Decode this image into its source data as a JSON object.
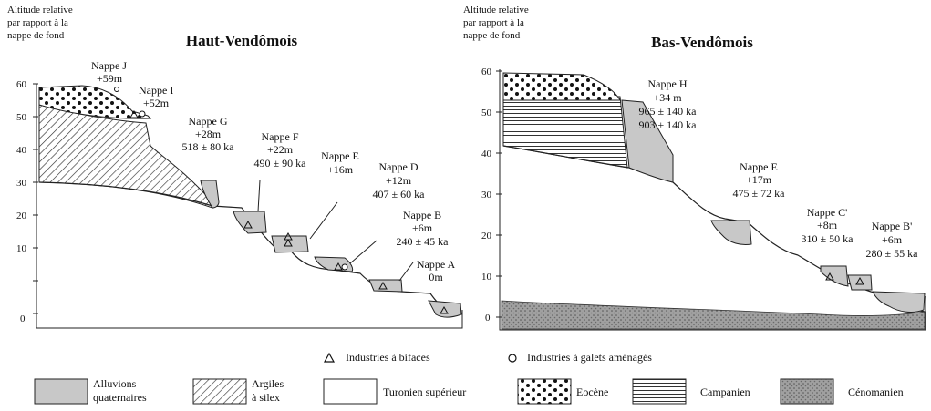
{
  "diagram": {
    "y_label_lines": [
      "Altitude relative",
      "par rapport à la",
      "nappe de fond"
    ],
    "panels": [
      {
        "title": "Haut-Vendômois",
        "y_ticks": [
          "60",
          "50",
          "40",
          "30",
          "20",
          "10",
          "0"
        ],
        "terraces": [
          {
            "name": "Nappe J",
            "lines": [
              "+59m"
            ]
          },
          {
            "name": "Nappe I",
            "lines": [
              "+52m"
            ]
          },
          {
            "name": "Nappe G",
            "lines": [
              "+28m",
              "518 ± 80 ka"
            ]
          },
          {
            "name": "Nappe F",
            "lines": [
              "+22m",
              "490 ± 90 ka"
            ]
          },
          {
            "name": "Nappe E",
            "lines": [
              "+16m"
            ]
          },
          {
            "name": "Nappe D",
            "lines": [
              "+12m",
              "407 ± 60 ka"
            ]
          },
          {
            "name": "Nappe B",
            "lines": [
              "+6m",
              "240 ± 45 ka"
            ]
          },
          {
            "name": "Nappe A",
            "lines": [
              "0m"
            ]
          }
        ]
      },
      {
        "title": "Bas-Vendômois",
        "y_ticks": [
          "60",
          "50",
          "40",
          "30",
          "20",
          "10",
          "0"
        ],
        "terraces": [
          {
            "name": "Nappe H",
            "lines": [
              "+34 m",
              "965 ± 140 ka",
              "903 ± 140 ka"
            ]
          },
          {
            "name": "Nappe E",
            "lines": [
              "+17m",
              "475 ± 72 ka"
            ]
          },
          {
            "name": "Nappe C'",
            "lines": [
              "+8m",
              "310 ± 50 ka"
            ]
          },
          {
            "name": "Nappe B'",
            "lines": [
              "+6m",
              "280 ± 55 ka"
            ]
          }
        ]
      }
    ],
    "symbols_legend": [
      {
        "icon": "triangle-icon",
        "label": "Industries à bifaces"
      },
      {
        "icon": "circle-icon",
        "label": "Industries à galets aménagés"
      }
    ],
    "materials_legend": [
      {
        "key": "alluvions",
        "lines": [
          "Alluvions",
          "quaternaires"
        ],
        "color": "#c8c8c8"
      },
      {
        "key": "argiles",
        "lines": [
          "Argiles",
          "à silex"
        ],
        "color": "#ffffff"
      },
      {
        "key": "turonien",
        "lines": [
          "Turonien supérieur"
        ],
        "color": "#ffffff"
      },
      {
        "key": "eocene",
        "lines": [
          "Eocène"
        ],
        "color": "#ffffff"
      },
      {
        "key": "campanien",
        "lines": [
          "Campanien"
        ],
        "color": "#ffffff"
      },
      {
        "key": "cenomanien",
        "lines": [
          "Cénomanien"
        ],
        "color": "#9a9a9a"
      }
    ]
  }
}
